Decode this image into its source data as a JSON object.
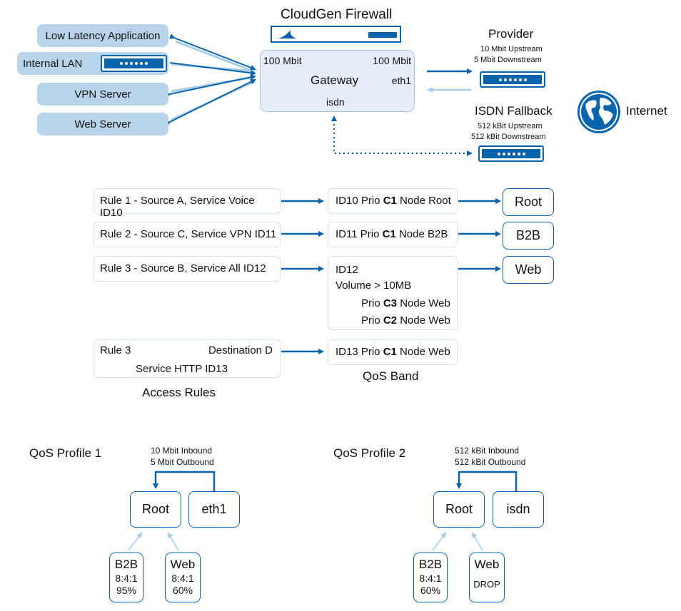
{
  "top": {
    "title": "CloudGen Firewall",
    "clients": [
      "Low Latency Application",
      "Internal LAN",
      "VPN Server",
      "Web Server"
    ],
    "gateway": {
      "left_speed": "100 Mbit",
      "right_speed": "100 Mbit",
      "name": "Gateway",
      "port_eth": "eth1",
      "port_isdn": "isdn"
    },
    "provider": {
      "title": "Provider",
      "up": "10 Mbit Upstream",
      "down": "5 Mbit Downstream"
    },
    "isdn": {
      "title": "ISDN Fallback",
      "up": "512 kBit Upstream",
      "down": "512 kBit Downstream"
    },
    "internet": "Internet"
  },
  "rules": {
    "r1": "Rule 1 - Source A, Service Voice ID10",
    "r2": "Rule 2 - Source C, Service VPN ID11",
    "r3": "Rule 3 - Source B, Service All ID12",
    "r4_a": "Rule 3",
    "r4_b": "Destination D",
    "r4_c": "Service HTTP ID13",
    "caption": "Access Rules"
  },
  "bands": {
    "b1_pre": "ID10 Prio ",
    "b1_bold": "C1",
    "b1_post": " Node Root",
    "b2_pre": "ID11 Prio ",
    "b2_bold": "C1",
    "b2_post": " Node B2B",
    "b3_l1": "ID12",
    "b3_l2": "Volume > 10MB",
    "b3_l3_pre": "Prio ",
    "b3_l3_bold": "C3",
    "b3_l3_post": " Node Web",
    "b3_l4_pre": "Prio ",
    "b3_l4_bold": "C2",
    "b3_l4_post": " Node Web",
    "b4_pre": "ID13 Prio ",
    "b4_bold": "C1",
    "b4_post": " Node Web",
    "caption": "QoS Band"
  },
  "targets": [
    "Root",
    "B2B",
    "Web"
  ],
  "profile1": {
    "title": "QoS Profile 1",
    "inbound": "10 Mbit Inbound",
    "outbound": "5 Mbit Outbound",
    "root": "Root",
    "port": "eth1",
    "child1": {
      "name": "B2B",
      "ratio": "8:4:1",
      "pct": "95%"
    },
    "child2": {
      "name": "Web",
      "ratio": "8:4:1",
      "pct": "60%"
    }
  },
  "profile2": {
    "title": "QoS Profile 2",
    "inbound": "512 kBit Inbound",
    "outbound": "512 kBit Outbound",
    "root": "Root",
    "port": "isdn",
    "child1": {
      "name": "B2B",
      "ratio": "8:4:1",
      "pct": "60%"
    },
    "child2": {
      "name": "Web",
      "action": "DROP"
    }
  },
  "colors": {
    "blue": "#0a63ad",
    "light_blue": "#b9d3ea",
    "pale_arrow": "#a9cde8"
  }
}
